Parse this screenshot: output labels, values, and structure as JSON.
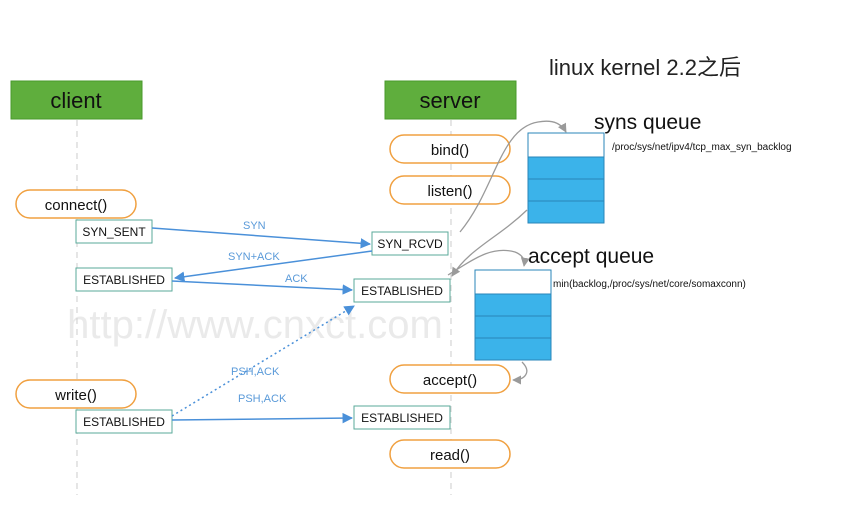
{
  "title": "linux  kernel 2.2之后",
  "client": {
    "header": "client",
    "calls": {
      "connect": "connect()",
      "write": "write()"
    },
    "states": {
      "syn_sent": "SYN_SENT",
      "established1": "ESTABLISHED",
      "established2": "ESTABLISHED"
    }
  },
  "server": {
    "header": "server",
    "calls": {
      "bind": "bind()",
      "listen": "listen()",
      "accept": "accept()",
      "read": "read()"
    },
    "states": {
      "syn_rcvd": "SYN_RCVD",
      "established1": "ESTABLISHED",
      "established2": "ESTABLISHED"
    }
  },
  "syns_queue": {
    "label": "syns queue",
    "path": "/proc/sys/net/ipv4/tcp_max_syn_backlog"
  },
  "accept_queue": {
    "label": "accept queue",
    "path": "min(backlog,/proc/sys/net/core/somaxconn)"
  },
  "messages": {
    "syn": "SYN",
    "syn_ack": "SYN+ACK",
    "ack": "ACK",
    "psh_ack_1": "PSH,ACK",
    "psh_ack_2": "PSH,ACK"
  },
  "watermark": "http://www.cnxct.com",
  "colors": {
    "header_fill": "#5fae3d",
    "header_border": "#4a9a2c",
    "pill_border": "#f0a040",
    "queue_fill": "#3bb3ea",
    "queue_border": "#2a86b8",
    "arrow": "#4a90d9",
    "dashed_line": "#d0d0d0"
  }
}
